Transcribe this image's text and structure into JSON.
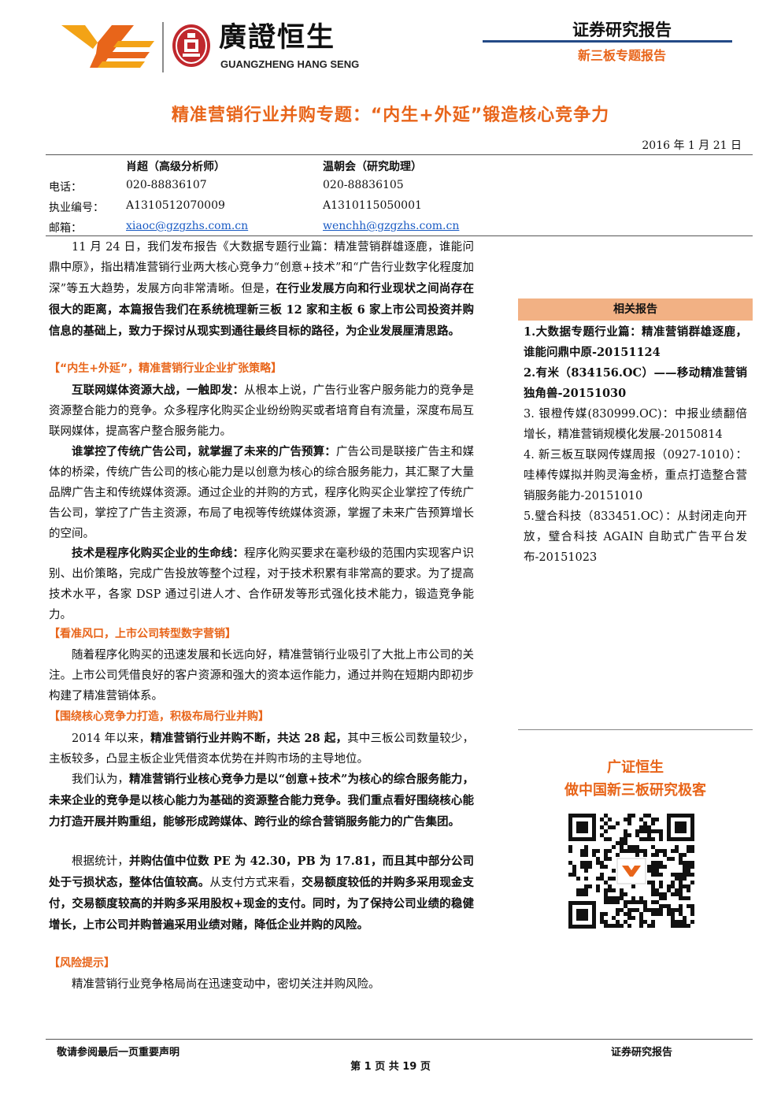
{
  "header": {
    "brand_cn": "廣證恒生",
    "brand_en": "GUANGZHENG HANG SENG",
    "report_type": "证券研究报告",
    "report_sub": "新三板专题报告"
  },
  "title": "精准营销行业并购专题：“内生+外延”锻造核心竞争力",
  "date": "2016 年 1 月 21 日",
  "analysts": {
    "a1_name": "肖超（高级分析师）",
    "a2_name": "温朝会（研究助理）",
    "phone_label": "电话：",
    "a1_phone": "020-88836107",
    "a2_phone": "020-88836105",
    "license_label": "执业编号：",
    "a1_license": "A1310512070009",
    "a2_license": "A1310115050001",
    "email_label": "邮箱：",
    "a1_email": "xiaoc@gzgzhs.com.cn",
    "a2_email": "wenchh@gzgzhs.com.cn"
  },
  "body": {
    "p1_a": "11 月 24 日，我们发布报告《大数据专题行业篇：精准营销群雄逐鹿，谁能问鼎中原》，指出精准营销行业两大核心竞争力“创意+技术”和“广告行业数字化程度加深”等五大趋势，发展方向非常清晰。但是，",
    "p1_b": "在行业发展方向和行业现状之间尚存在很大的距离，本篇报告我们在系统梳理新三板 12 家和主板 6 家上市公司投资并购信息的基础上，致力于探讨从现实到通往最终目标的路径，为企业发展厘清思路。",
    "sec1": "【“内生+外延”，精准营销行业企业扩张策略】",
    "p2_b": "互联网媒体资源大战，一触即发：",
    "p2_a": "从根本上说，广告行业客户服务能力的竞争是资源整合能力的竞争。众多程序化购买企业纷纷购买或者培育自有流量，深度布局互联网媒体，提高客户整合服务能力。",
    "p3_b": "谁掌控了传统广告公司，就掌握了未来的广告预算：",
    "p3_a": "广告公司是联接广告主和媒体的桥梁，传统广告公司的核心能力是以创意为核心的综合服务能力，其汇聚了大量品牌广告主和传统媒体资源。通过企业的并购的方式，程序化购买企业掌控了传统广告公司，掌控了广告主资源，布局了电视等传统媒体资源，掌握了未来广告预算增长的空间。",
    "p4_b": "技术是程序化购买企业的生命线：",
    "p4_a": "程序化购买要求在毫秒级的范围内实现客户识别、出价策略，完成广告投放等整个过程，对于技术积累有非常高的要求。为了提高技术水平，各家 DSP 通过引进人才、合作研发等形式强化技术能力，锻造竞争能力。",
    "sec2": "【看准风口，上市公司转型数字营销】",
    "p5": "随着程序化购买的迅速发展和长远向好，精准营销行业吸引了大批上市公司的关注。上市公司凭借良好的客户资源和强大的资本运作能力，通过并购在短期内即初步构建了精准营销体系。",
    "sec3": "【围绕核心竞争力打造，积极布局行业并购】",
    "p6_a": "2014 年以来，",
    "p6_b": "精准营销行业并购不断，共达 28 起，",
    "p6_c": "其中三板公司数量较少，主板较多，凸显主板企业凭借资本优势在并购市场的主导地位。",
    "p7_a": "我们认为，",
    "p7_b": "精准营销行业核心竞争力是以“创意+技术”为核心的综合服务能力，未来企业的竞争是以核心能力为基础的资源整合能力竞争。我们重点看好围绕核心能力打造开展并购重组，能够形成跨媒体、跨行业的综合营销服务能力的广告集团。",
    "p8_a": "根据统计，",
    "p8_b": "并购估值中位数 PE 为 42.30，PB 为 17.81，而且其中部分公司处于亏损状态，整体估值较高。",
    "p8_c": "从支付方式来看，",
    "p8_d": "交易额度较低的并购多采用现金支付，交易额度较高的并购多采用股权+现金的支付。同时，为了保持公司业绩的稳健增长，上市公司并购普遍采用业绩对赌，降低企业并购的风险。",
    "sec4": "【风险提示】",
    "p9": "精准营销行业竞争格局尚在迅速变动中，密切关注并购风险。"
  },
  "sidebar": {
    "heading": "相关报告",
    "items": [
      "1.大数据专题行业篇：精准营销群雄逐鹿，谁能问鼎中原-20151124",
      "2.有米（834156.OC）——移动精准营销独角兽-20151030",
      "3. 银橙传媒(830999.OC)：中报业绩翻倍增长，精准营销规模化发展-20150814",
      "4. 新三板互联网传媒周报（0927-1010）：哇棒传媒拟并购灵海金桥，重点打造整合营销服务能力-20151010",
      "5.璧合科技（833451.OC）：从封闭走向开放，璧合科技 AGAIN 自助式广告平台发布-20151023"
    ],
    "slogan1": "广证恒生",
    "slogan2": "做中国新三板研究极客"
  },
  "footer": {
    "left": "敬请参阅最后一页重要声明",
    "right": "证券研究报告",
    "page": "第 1 页 共 19 页"
  },
  "colors": {
    "accent": "#e8651a",
    "navy": "#234a86",
    "side_heading_bg": "#f2b184",
    "link": "#1a5bc4"
  }
}
